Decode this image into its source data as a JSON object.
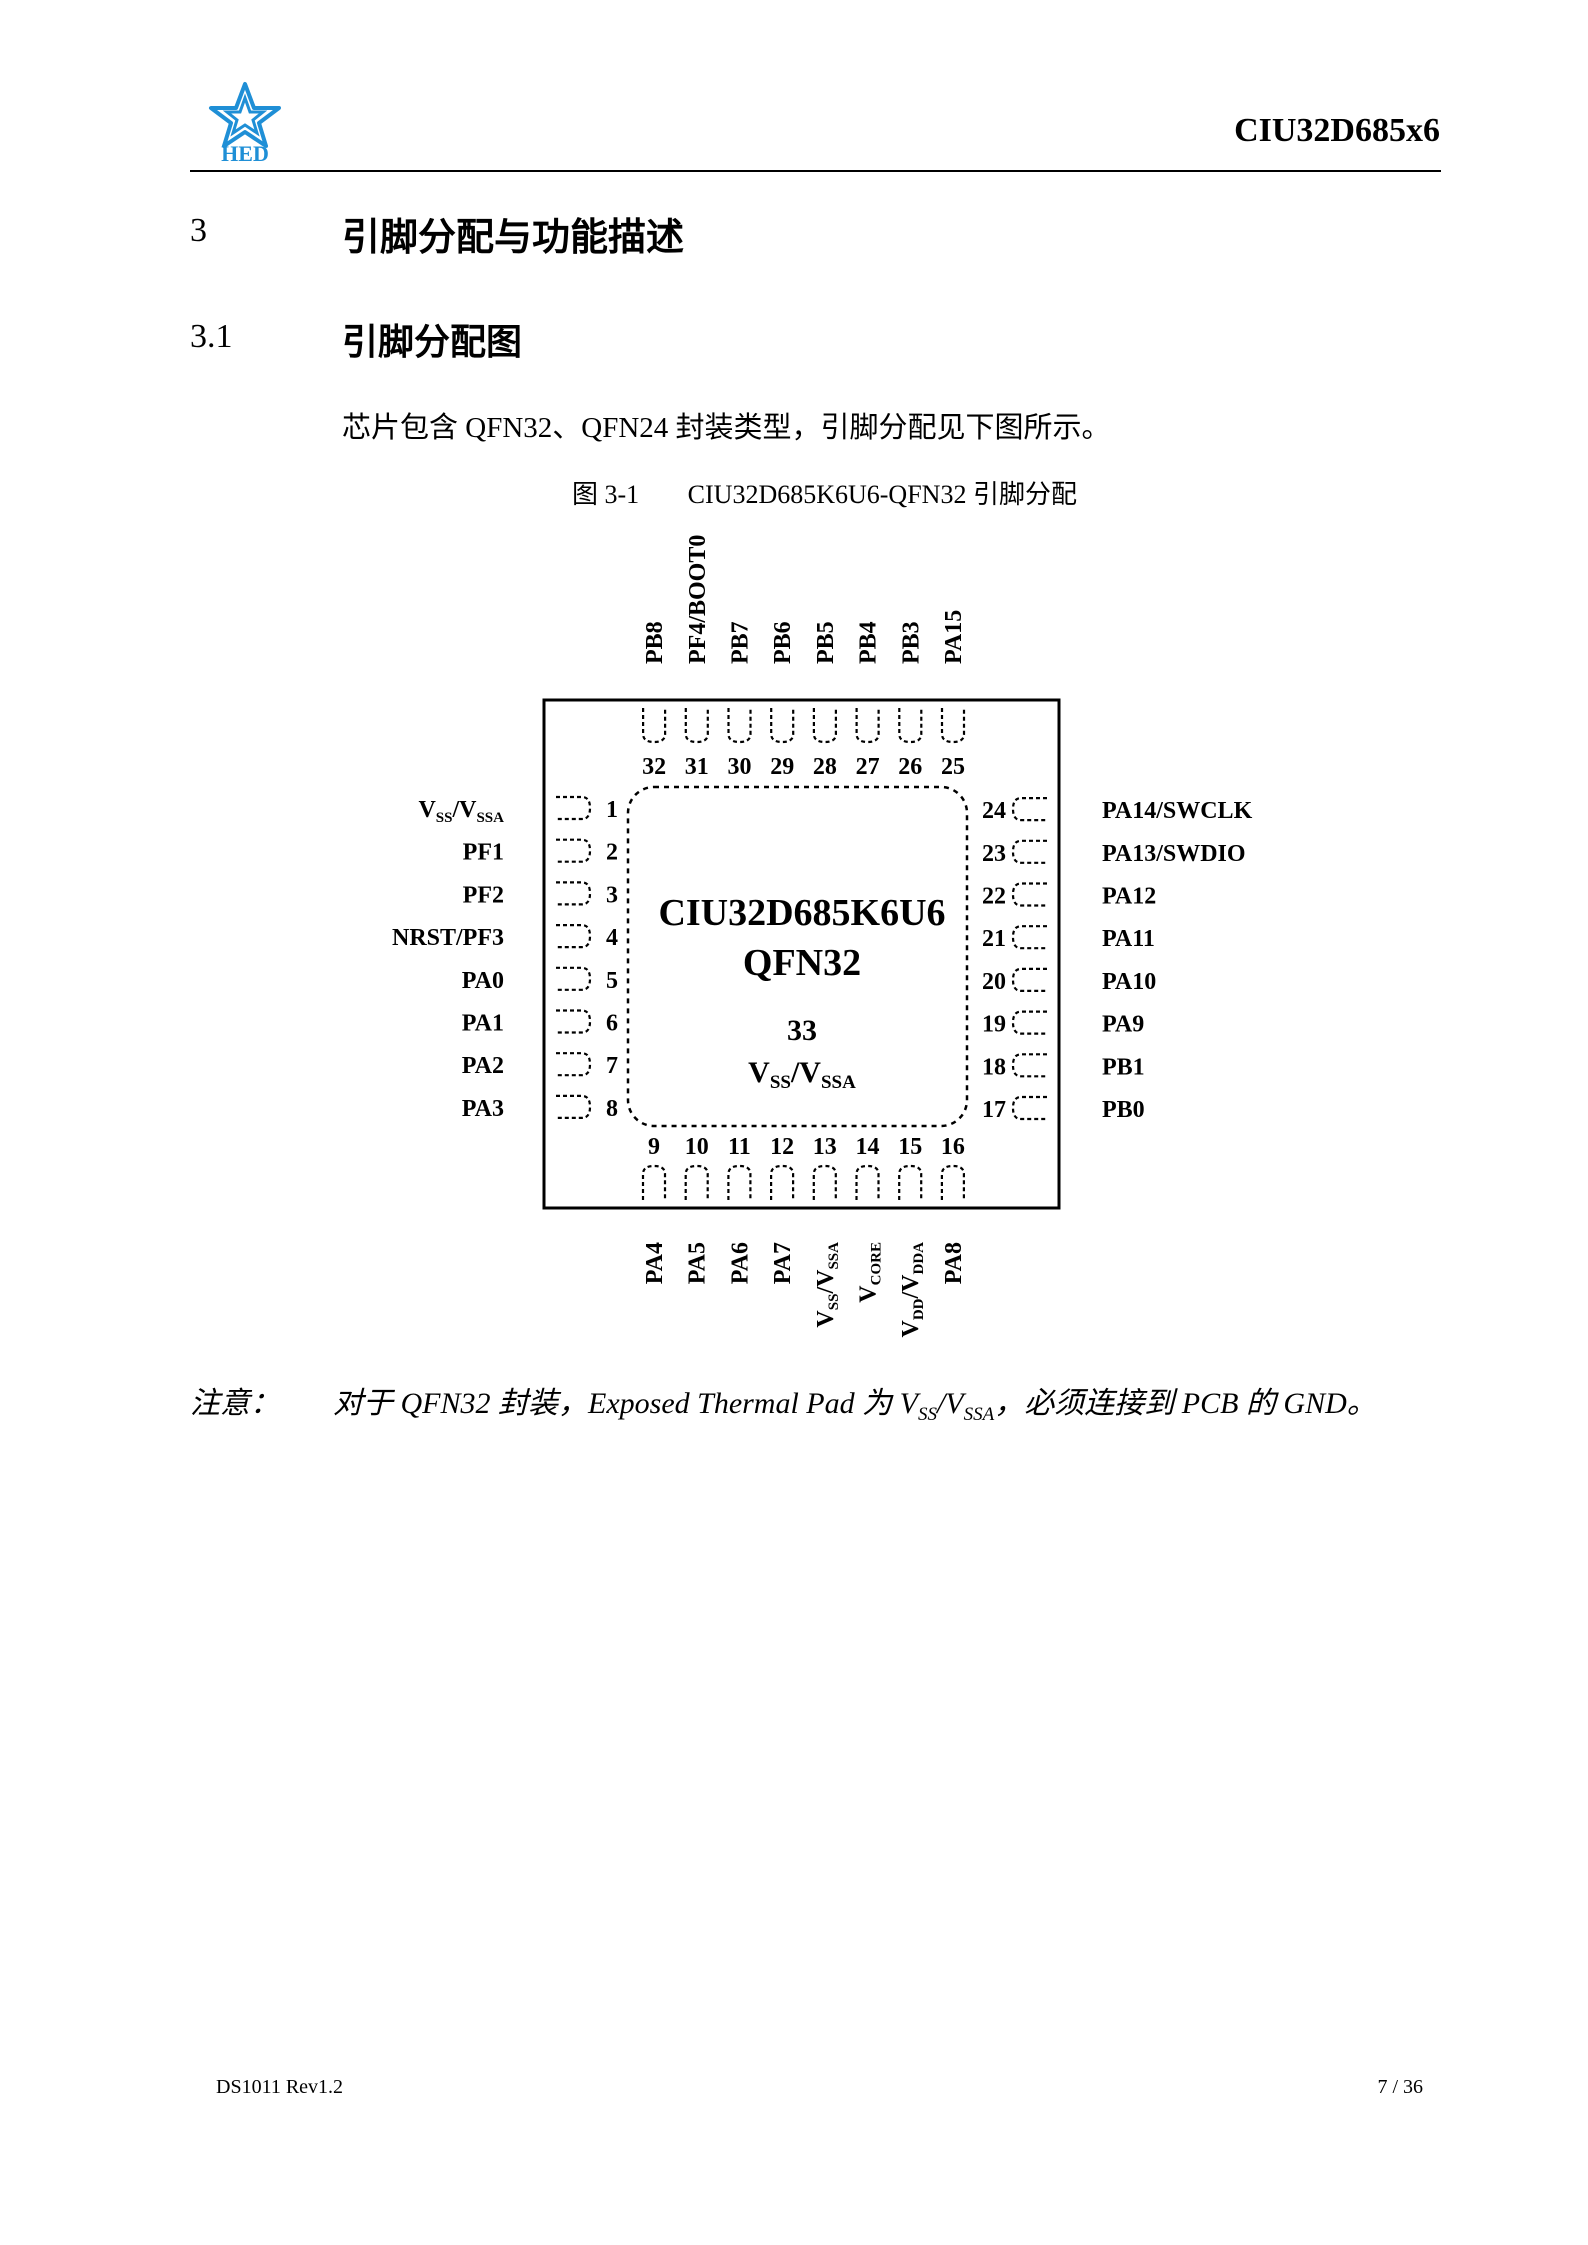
{
  "header": {
    "logo_text": "HED",
    "doc_title": "CIU32D685x6"
  },
  "section": {
    "number": "3",
    "title": "引脚分配与功能描述"
  },
  "subsection": {
    "number": "3.1",
    "title": "引脚分配图"
  },
  "intro_text": "芯片包含 QFN32、QFN24 封装类型，引脚分配见下图所示。",
  "figure": {
    "number": "图 3-1",
    "title": "CIU32D685K6U6-QFN32 引脚分配",
    "chip_name": "CIU32D685K6U6",
    "package": "QFN32",
    "pad_number": "33",
    "pad_label": {
      "main": "V",
      "sub1": "SS",
      "sep": "/V",
      "sub2": "SSA"
    },
    "left_pins": [
      {
        "num": "1",
        "label": "VSS/VSSA",
        "parts": [
          "V",
          "SS",
          "/V",
          "SSA"
        ]
      },
      {
        "num": "2",
        "label": "PF1"
      },
      {
        "num": "3",
        "label": "PF2"
      },
      {
        "num": "4",
        "label": "NRST/PF3"
      },
      {
        "num": "5",
        "label": "PA0"
      },
      {
        "num": "6",
        "label": "PA1"
      },
      {
        "num": "7",
        "label": "PA2"
      },
      {
        "num": "8",
        "label": "PA3"
      }
    ],
    "bottom_pins": [
      {
        "num": "9",
        "label": "PA4"
      },
      {
        "num": "10",
        "label": "PA5"
      },
      {
        "num": "11",
        "label": "PA6"
      },
      {
        "num": "12",
        "label": "PA7"
      },
      {
        "num": "13",
        "label": "VSS/VSSA",
        "parts": [
          "V",
          "SS",
          "/V",
          "SSA"
        ]
      },
      {
        "num": "14",
        "label": "VCORE",
        "parts": [
          "V",
          "CORE"
        ]
      },
      {
        "num": "15",
        "label": "VDD/VDDA",
        "parts": [
          "V",
          "DD",
          "/V",
          "DDA"
        ]
      },
      {
        "num": "16",
        "label": "PA8"
      }
    ],
    "right_pins": [
      {
        "num": "17",
        "label": "PB0"
      },
      {
        "num": "18",
        "label": "PB1"
      },
      {
        "num": "19",
        "label": "PA9"
      },
      {
        "num": "20",
        "label": "PA10"
      },
      {
        "num": "21",
        "label": "PA11"
      },
      {
        "num": "22",
        "label": "PA12"
      },
      {
        "num": "23",
        "label": "PA13/SWDIO"
      },
      {
        "num": "24",
        "label": "PA14/SWCLK"
      }
    ],
    "top_pins": [
      {
        "num": "25",
        "label": "PA15"
      },
      {
        "num": "26",
        "label": "PB3"
      },
      {
        "num": "27",
        "label": "PB4"
      },
      {
        "num": "28",
        "label": "PB5"
      },
      {
        "num": "29",
        "label": "PB6"
      },
      {
        "num": "30",
        "label": "PB7"
      },
      {
        "num": "31",
        "label": "PF4/BOOT0"
      },
      {
        "num": "32",
        "label": "PB8"
      }
    ]
  },
  "note": {
    "label": "注意：",
    "text_before": "对于 QFN32 封装，Exposed Thermal Pad 为 V",
    "sub1": "SS",
    "mid": "/V",
    "sub2": "SSA",
    "text_after": "，必须连接到 PCB 的 GND。"
  },
  "footer": {
    "doc_id": "DS1011 Rev1.2",
    "page": "7 / 36"
  },
  "colors": {
    "logo": "#1f8fd6",
    "text": "#000000"
  }
}
